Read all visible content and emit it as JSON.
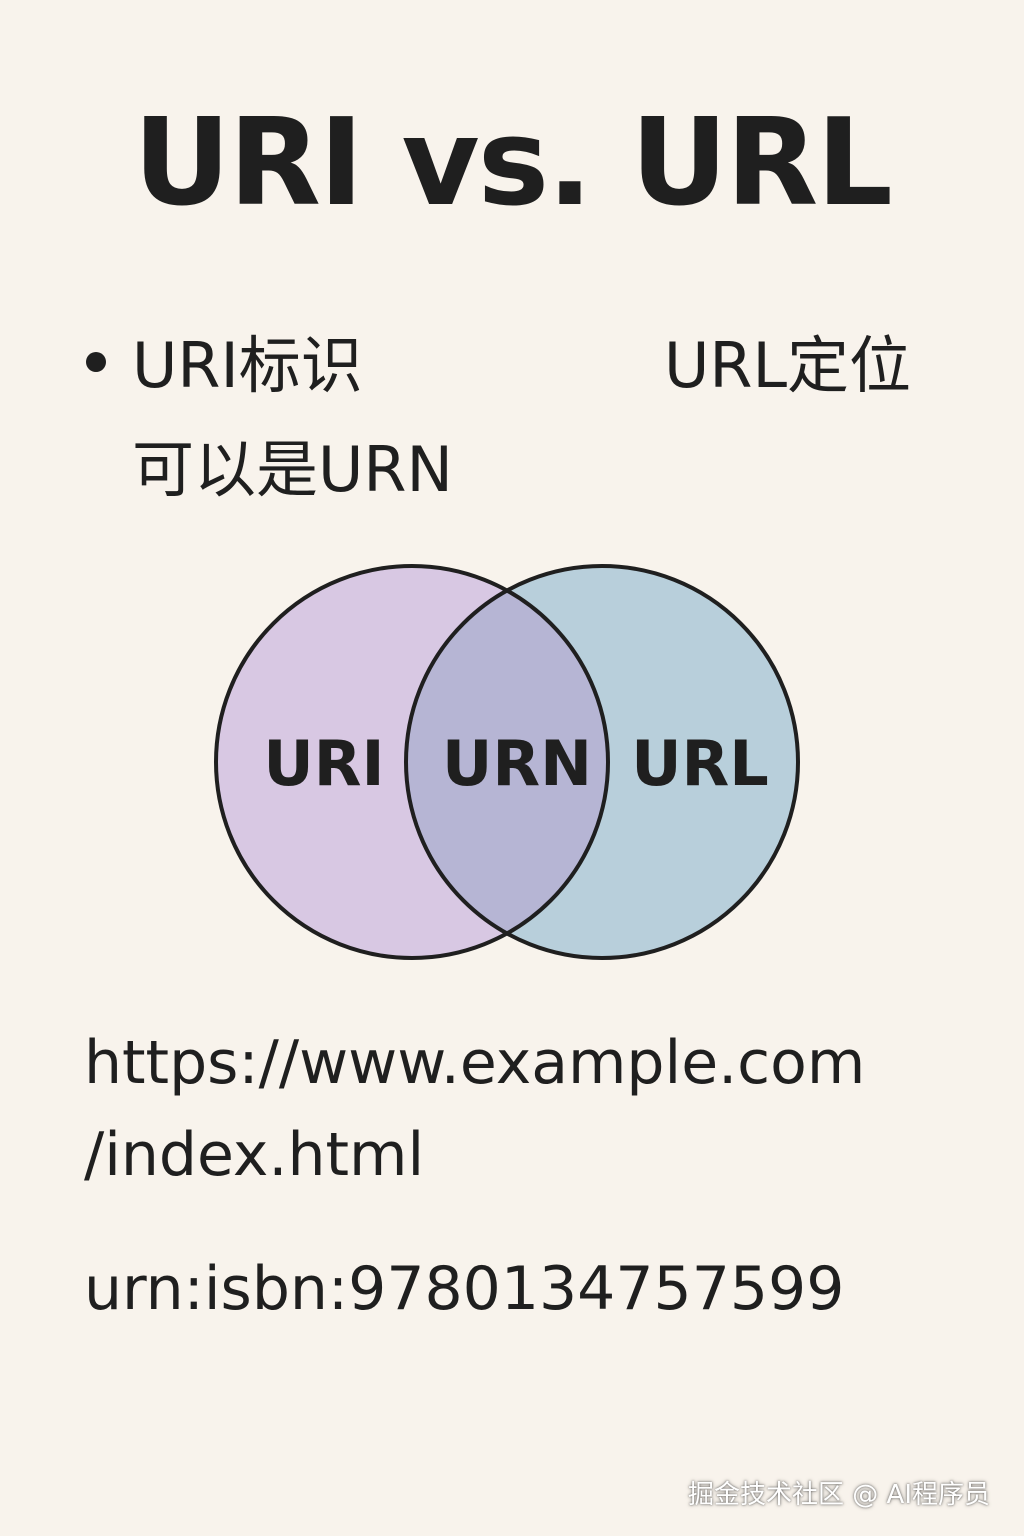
{
  "title": "URI vs. URL",
  "uri_desc": {
    "line1": "URI标识",
    "line2": "可以是URN"
  },
  "url_desc": "URL定位",
  "venn": {
    "left_label": "URI",
    "center_label": "URN",
    "right_label": "URL",
    "colors": {
      "left": "#d8c8e3",
      "right": "#b8cfdb",
      "overlap": "#b6b5d4",
      "stroke": "#1f1f1f"
    }
  },
  "examples": {
    "url_line1": "https://www.example.com",
    "url_line2": "/index.html",
    "urn": "urn:isbn:9780134757599"
  },
  "watermark": "掘金技术社区 @ AI程序员"
}
